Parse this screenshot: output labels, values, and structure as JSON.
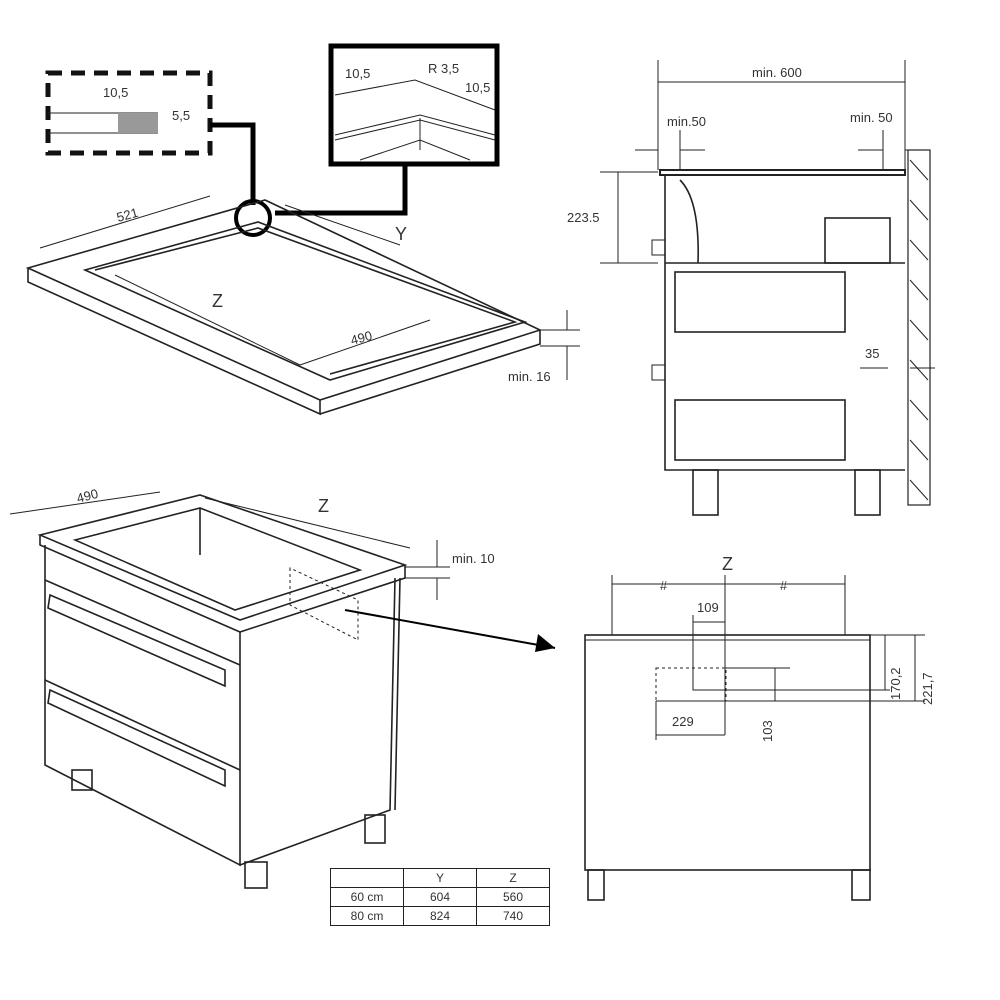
{
  "detail_section": {
    "width": "10,5",
    "depth": "5,5"
  },
  "detail_corner": {
    "left": "10,5",
    "radius": "R 3,5",
    "right": "10,5"
  },
  "countertop": {
    "length": "521",
    "y_label": "Y",
    "z_label": "Z",
    "cutout_depth": "490",
    "thickness": "min. 16"
  },
  "side_view": {
    "width": "min. 600",
    "left_gap": "min.50",
    "right_gap": "min. 50",
    "height": "223.5",
    "wall_gap": "35"
  },
  "cabinet": {
    "depth": "490",
    "z_label": "Z",
    "min_gap": "min. 10"
  },
  "front_view": {
    "z_label": "Z",
    "equal_mark_left": "#",
    "equal_mark_right": "#",
    "dim_109": "109",
    "dim_170": "170,2",
    "dim_221": "221,7",
    "dim_229": "229",
    "dim_103": "103"
  },
  "table": {
    "headers": [
      "",
      "Y",
      "Z"
    ],
    "rows": [
      [
        "60 cm",
        "604",
        "560"
      ],
      [
        "80 cm",
        "824",
        "740"
      ]
    ]
  }
}
